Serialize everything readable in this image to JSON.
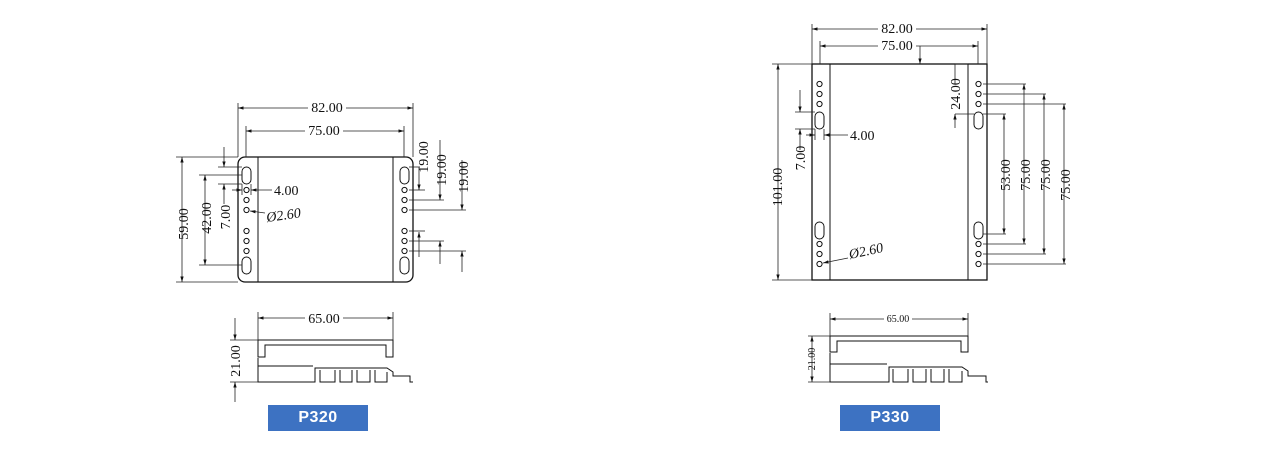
{
  "p320": {
    "label": "P320",
    "dims": {
      "width_overall": "82.00",
      "width_inner": "75.00",
      "height_overall": "59.00",
      "slot_pitch": "42.00",
      "slot_height": "7.00",
      "slot_width": "4.00",
      "hole_diameter": "Ø2.60",
      "pitch_a": "19.00",
      "pitch_b": "19.00",
      "pitch_c": "19.00",
      "profile_width": "65.00",
      "profile_height": "21.00"
    }
  },
  "p330": {
    "label": "P330",
    "dims": {
      "width_overall": "82.00",
      "width_inner": "75.00",
      "height_overall": "101.00",
      "slot_height": "7.00",
      "slot_width": "4.00",
      "hole_diameter": "Ø2.60",
      "top_offset": "24.00",
      "pitch_a": "53.00",
      "pitch_b": "75.00",
      "pitch_c": "75.00",
      "pitch_d": "75.00",
      "profile_width": "65.00",
      "profile_height": "21.00"
    }
  }
}
